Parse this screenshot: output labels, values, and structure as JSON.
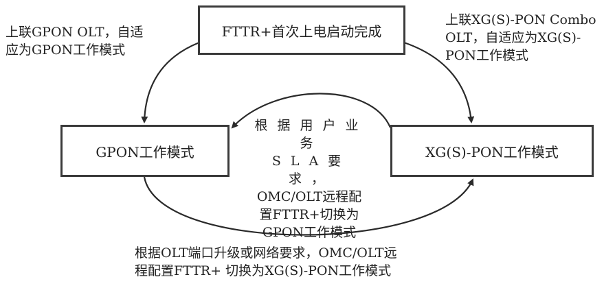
{
  "diagram": {
    "nodes": {
      "start": "FTTR+首次上电启动完成",
      "gpon": "GPON工作模式",
      "xgspon": "XG(S)-PON工作模式"
    },
    "edges": {
      "start_to_gpon": [
        "上联GPON OLT，自适",
        "应为GPON工作模式"
      ],
      "start_to_xgspon": [
        "上联XG(S)-PON Combo",
        "OLT，自适应为XG(S)-",
        "PON工作模式"
      ],
      "xgspon_to_gpon": [
        "根据用户业务",
        "SLA要求，",
        "OMC/OLT远程配",
        "置FTTR+切换为",
        "GPON工作模式"
      ],
      "gpon_to_xgspon": [
        "根据OLT端口升级或网络要求，OMC/OLT远",
        "程配置FTTR+ 切换为XG(S)-PON工作模式"
      ]
    }
  }
}
